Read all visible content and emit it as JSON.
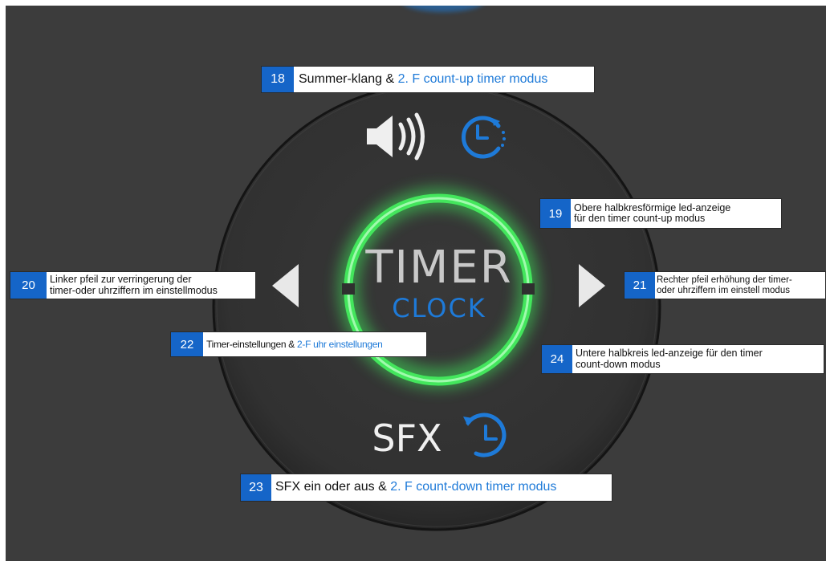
{
  "device": {
    "main_label": "TIMER",
    "sub_label": "CLOCK",
    "sfx_label": "SFX"
  },
  "colors": {
    "panel_bg": "#3c3c3c",
    "device_body": "#2e2e2e",
    "led_green": "#3fe35a",
    "accent_blue": "#1e7ad8",
    "callout_number_bg": "#1565c8"
  },
  "icons": {
    "speaker": "speaker-icon",
    "count_up": "count-up-timer-icon",
    "count_down": "count-down-timer-icon",
    "left_arrow": "left-arrow-icon",
    "right_arrow": "right-arrow-icon"
  },
  "callouts": {
    "c18": {
      "number": "18",
      "text": "Summer-klang & ",
      "highlight": "2. F count-up timer modus"
    },
    "c19": {
      "number": "19",
      "line1": "Obere halbkresförmige led-anzeige",
      "line2": "für den timer count-up modus"
    },
    "c20": {
      "number": "20",
      "line1": "Linker pfeil zur verringerung der",
      "line2": "timer-oder uhrziffern im einstellmodus"
    },
    "c21": {
      "number": "21",
      "line1": "Rechter pfeil erhöhung der timer-",
      "line2": "oder uhrziffern im einstell modus"
    },
    "c22": {
      "number": "22",
      "text": "Timer-einstellungen & ",
      "highlight": "2-F uhr einstellungen"
    },
    "c23": {
      "number": "23",
      "text": "SFX ein oder aus & ",
      "highlight": "2. F count-down timer modus"
    },
    "c24": {
      "number": "24",
      "line1": "Untere halbkreis led-anzeige für den timer",
      "line2": "count-down modus"
    }
  }
}
